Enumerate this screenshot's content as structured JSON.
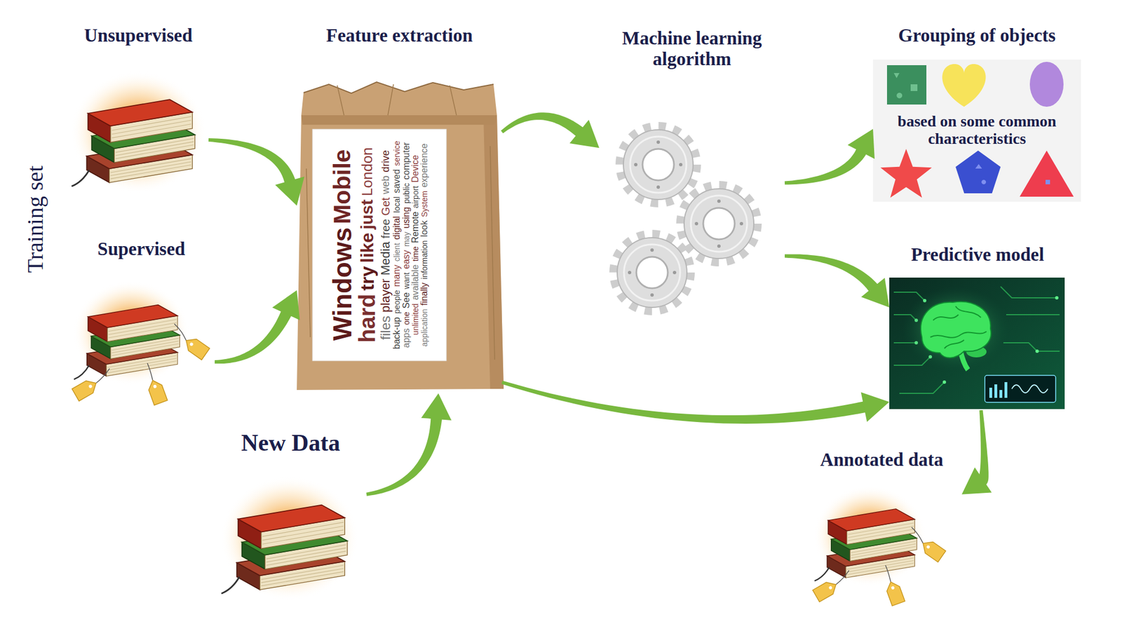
{
  "diagram": {
    "nodes": [
      {
        "text": [
          "Unsupervised"
        ]
      },
      {
        "text": [
          "Supervised"
        ]
      },
      {
        "text": [
          "New Data"
        ]
      },
      {
        "text": [
          "Feature extraction"
        ]
      },
      {
        "text": [
          "Machine learning algorithm"
        ]
      },
      {
        "text": [
          "Grouping of objects",
          "based on some common characteristics"
        ]
      },
      {
        "text": [
          "Predictive model"
        ]
      },
      {
        "text": [
          "Annotated data"
        ]
      }
    ],
    "edges": [
      {
        "from": 0,
        "to": 3,
        "arrow": "to"
      },
      {
        "from": 1,
        "to": 3,
        "arrow": "to"
      },
      {
        "from": 2,
        "to": 3,
        "arrow": "to"
      },
      {
        "from": 3,
        "to": 4,
        "arrow": "to"
      },
      {
        "from": 4,
        "to": 5,
        "arrow": "to"
      },
      {
        "from": 4,
        "to": 6,
        "arrow": "to"
      },
      {
        "from": 3,
        "to": 6,
        "arrow": "to"
      },
      {
        "from": 6,
        "to": 7,
        "arrow": "to"
      }
    ],
    "labels": [
      "Training set",
      "Windows",
      "Mobile",
      "hard",
      "try",
      "like",
      "just",
      "London",
      "files",
      "player",
      "Media",
      "free",
      "Get",
      "web",
      "drive",
      "back-up",
      "people",
      "many",
      "client",
      "digital",
      "local",
      "saved",
      "service",
      "apps",
      "one",
      "See",
      "want",
      "easy",
      "may",
      "using",
      "public",
      "computer",
      "unlimited",
      "available",
      "time",
      "Remote",
      "airport",
      "Device",
      "application",
      "finally",
      "information",
      "look",
      "System",
      "experience"
    ]
  }
}
